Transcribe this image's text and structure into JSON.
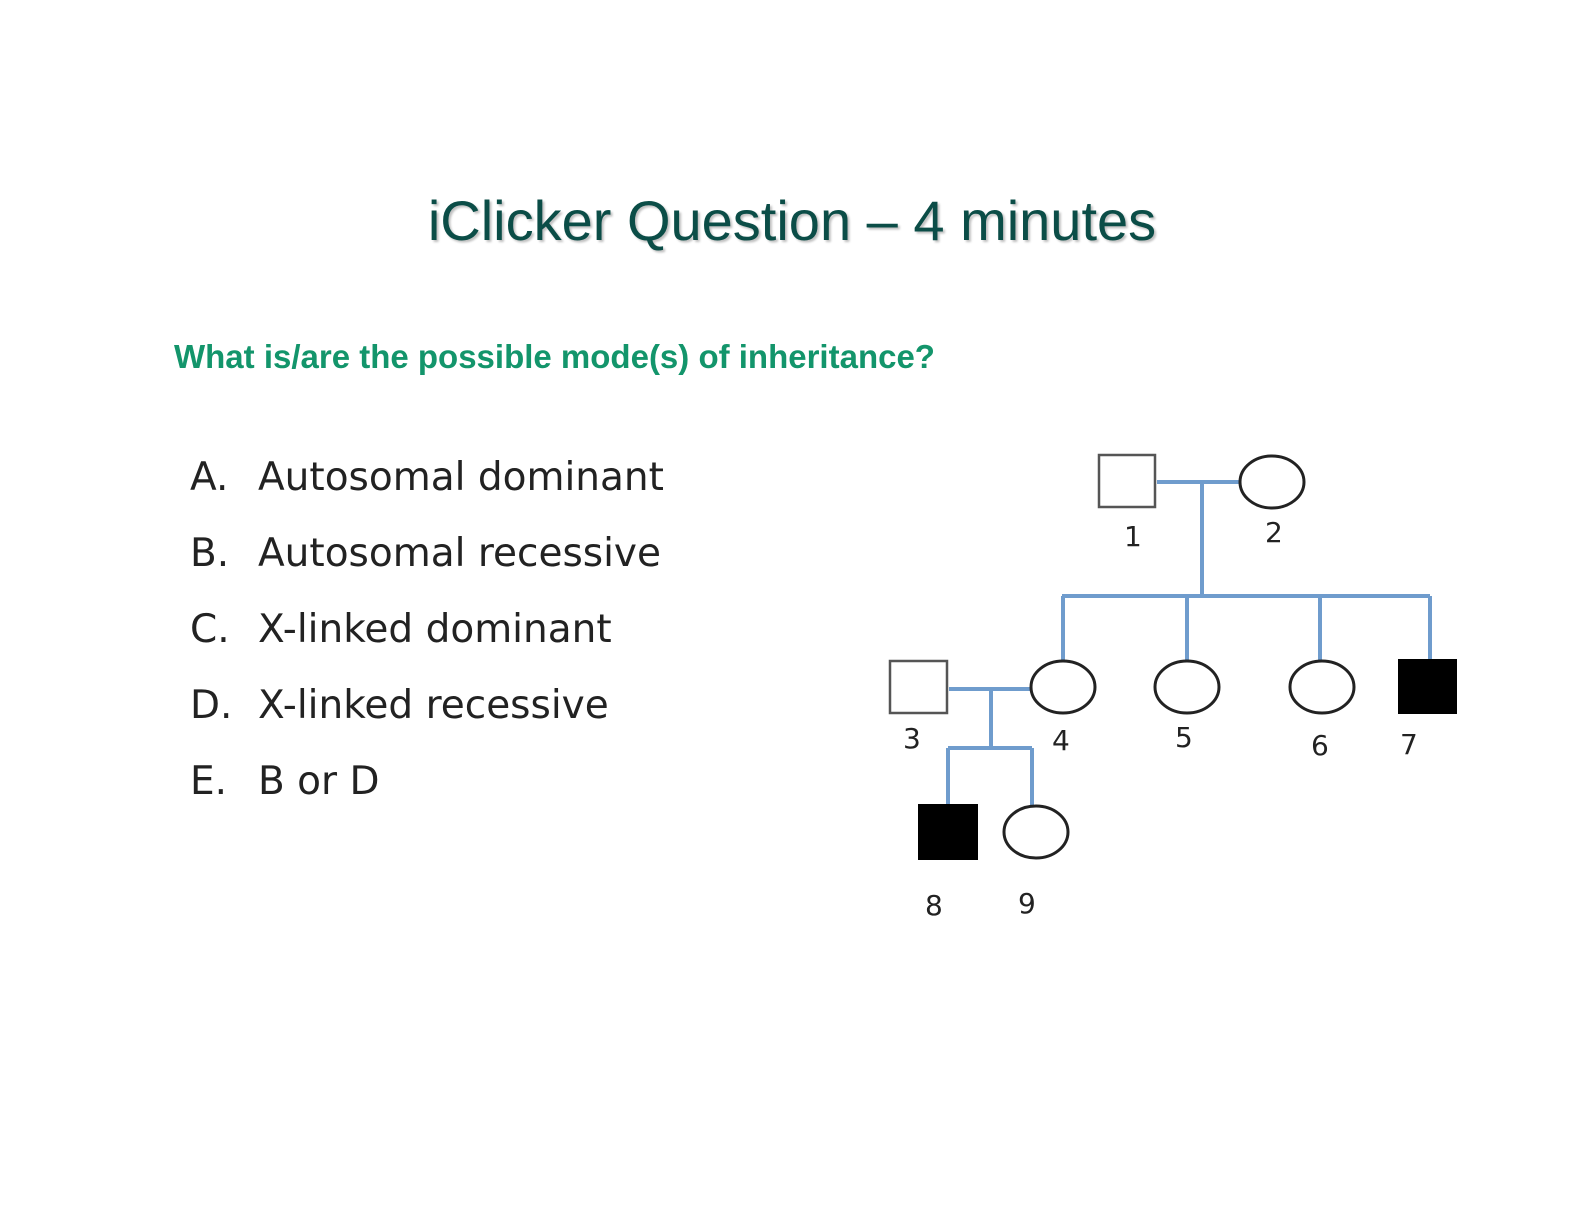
{
  "title": "iClicker Question – 4 minutes",
  "question": "What is/are the possible mode(s) of inheritance?",
  "options": [
    {
      "letter": "A.",
      "text": "Autosomal dominant"
    },
    {
      "letter": "B.",
      "text": "Autosomal recessive"
    },
    {
      "letter": "C.",
      "text": "X-linked dominant"
    },
    {
      "letter": "D.",
      "text": "X-linked recessive"
    },
    {
      "letter": "E.",
      "text": "B or D"
    }
  ],
  "pedigree": {
    "line_color": "#6f9ccd",
    "affected_color": "#000000",
    "individuals": [
      {
        "id": "1",
        "sex": "male",
        "affected": false
      },
      {
        "id": "2",
        "sex": "female",
        "affected": false
      },
      {
        "id": "3",
        "sex": "male",
        "affected": false
      },
      {
        "id": "4",
        "sex": "female",
        "affected": false
      },
      {
        "id": "5",
        "sex": "female",
        "affected": false
      },
      {
        "id": "6",
        "sex": "female",
        "affected": false
      },
      {
        "id": "7",
        "sex": "male",
        "affected": true
      },
      {
        "id": "8",
        "sex": "male",
        "affected": true
      },
      {
        "id": "9",
        "sex": "female",
        "affected": false
      }
    ],
    "labels": [
      "1",
      "2",
      "3",
      "4",
      "5",
      "6",
      "7",
      "8",
      "9"
    ]
  }
}
